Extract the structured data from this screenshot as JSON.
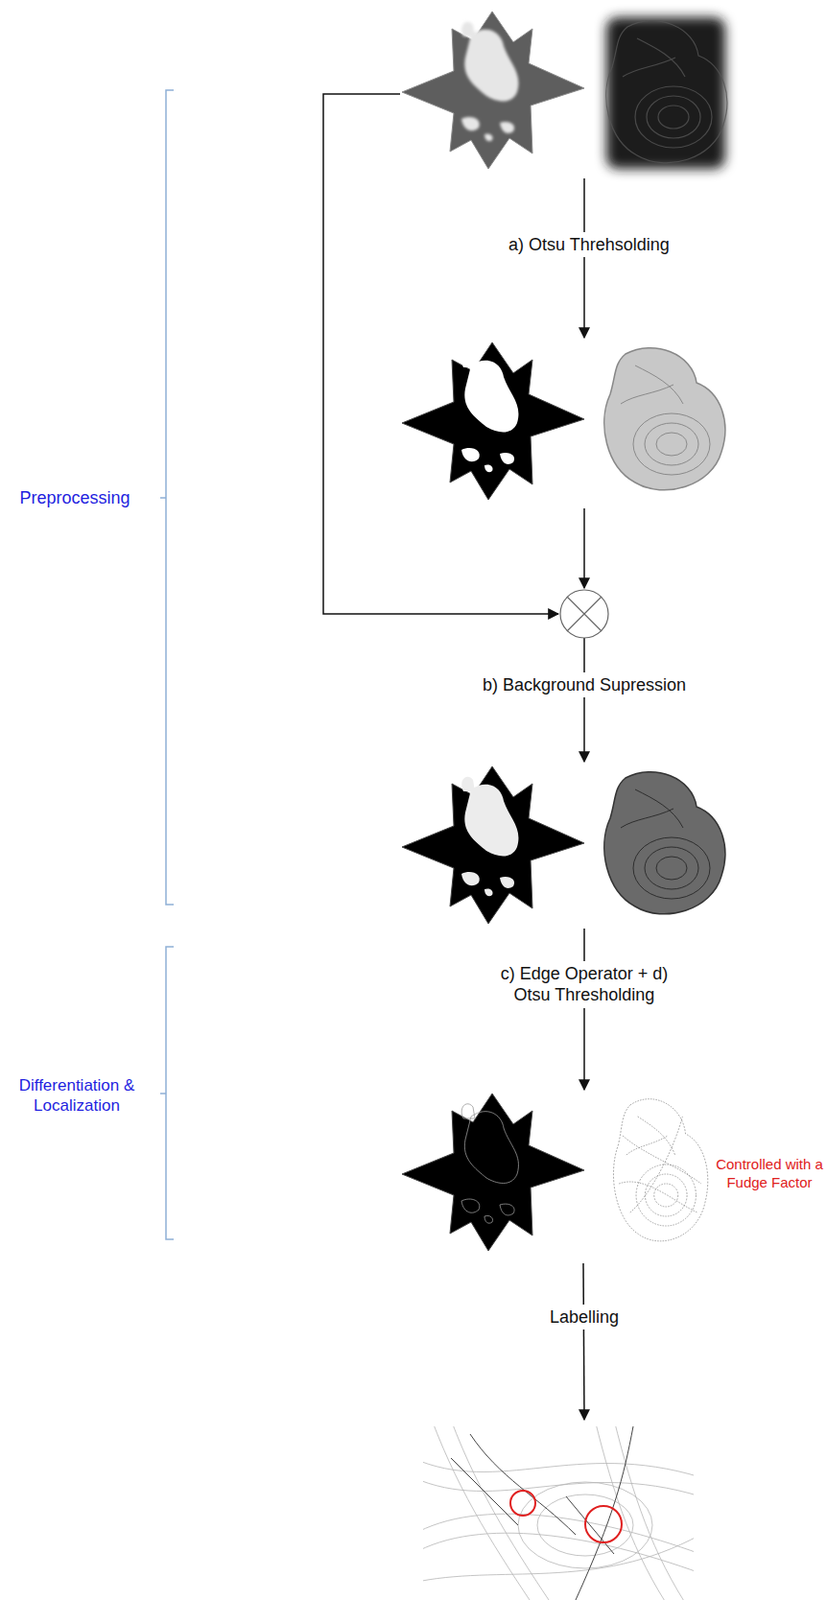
{
  "diagram": {
    "labels": [
      "a) Otsu Threhsolding",
      "Preprocessing",
      "b) Background Supression",
      "c) Edge Operator + d) Otsu Thresholding",
      "Differentiation & Localization",
      "Controlled with a Fudge Factor",
      "Labelling"
    ]
  }
}
